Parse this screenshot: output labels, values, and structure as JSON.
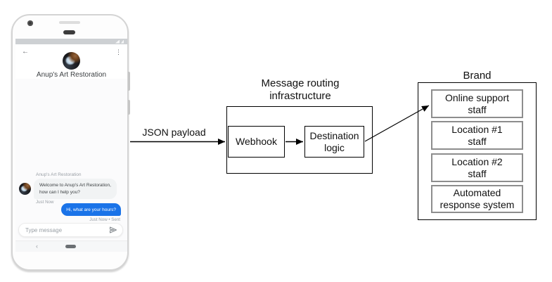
{
  "colors": {
    "accent_blue": "#1a73e8",
    "incoming_bubble_gray": "#f1f3f4",
    "muted_text_gray": "#9aa0a6",
    "diagram_line_black": "#000000",
    "brand_item_border_gray": "#8d8d8d"
  },
  "icons": {
    "back_arrow": "←",
    "overflow_menu": "⋮",
    "nav_back_chevron": "‹"
  },
  "phone": {
    "header": {
      "title": "Anup's Art Restoration"
    },
    "chat": {
      "sender_label": "Anup's Art Restoration",
      "incoming": {
        "text": "Welcome to Anup's Art Restoration,\nhow can I help you?",
        "timestamp": "Just Now"
      },
      "outgoing": {
        "text": "Hi, what are your hours?",
        "timestamp": "Just Now • Sent"
      }
    },
    "composer": {
      "placeholder": "Type message"
    }
  },
  "diagram": {
    "payload_label": "JSON payload",
    "routing": {
      "title": "Message routing\ninfrastructure",
      "webhook_label": "Webhook",
      "destination_label": "Destination\nlogic"
    },
    "brand": {
      "title": "Brand",
      "items": [
        "Online support\nstaff",
        "Location #1\nstaff",
        "Location #2\nstaff",
        "Automated\nresponse system"
      ]
    }
  }
}
